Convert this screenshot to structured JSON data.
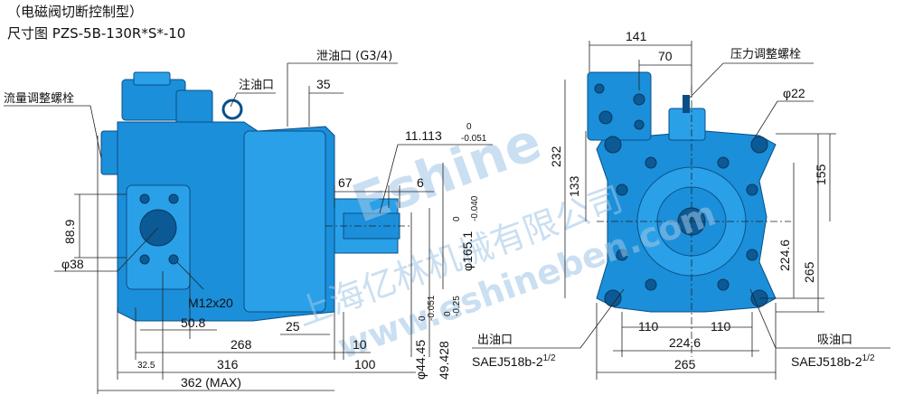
{
  "title": {
    "line1": "（电磁阀切断控制型）",
    "line2": "尺寸图 PZS-5B-130R*S*-10"
  },
  "watermark": {
    "brand": "Eshine",
    "cn": "上海亿林机械有限公司",
    "url": "www.eshineben.com"
  },
  "labels": {
    "drain_port": "泄油口 (G3/4)",
    "fill_port": "注油口",
    "flow_bolt": "流量调整螺栓",
    "pressure_bolt": "压力调整螺栓",
    "outlet": "出油口",
    "inlet": "吸油口",
    "outlet_spec": "SAEJ518b-2",
    "inlet_spec": "SAEJ518b-2",
    "spec_sup": "1/2",
    "thread": "M12x20"
  },
  "dims_side": {
    "d35": "35",
    "d11113": "11.113",
    "d11113_tol_top": "0",
    "d11113_tol_bot": "-0.051",
    "d67": "67",
    "d6": "6",
    "d889": "88.9",
    "dia38": "φ38",
    "dia1651": "φ165.1",
    "dia1651_tol_top": "0",
    "dia1651_tol_bot": "-0.040",
    "d508": "50.8",
    "d25": "25",
    "d268": "268",
    "d10": "10",
    "d325": "32.5",
    "d316": "316",
    "d100": "100",
    "d362": "362 (MAX)",
    "dia4445": "φ44.45",
    "dia4445_tol_top": "0",
    "dia4445_tol_bot": "-0.051",
    "d49428": "49.428",
    "d49428_tol_top": "0",
    "d49428_tol_bot": "-0.25"
  },
  "dims_front": {
    "d141": "141",
    "d70": "70",
    "dia22": "φ22",
    "d232": "232",
    "d133": "133",
    "d155": "155",
    "d2246v": "224.6",
    "d265v": "265",
    "d110a": "110",
    "d110b": "110",
    "d2246h": "224.6",
    "d265h": "265"
  },
  "colors": {
    "body": "#1b8fd9",
    "outline": "#0a4f86",
    "watermark": "#9fc6e6"
  }
}
